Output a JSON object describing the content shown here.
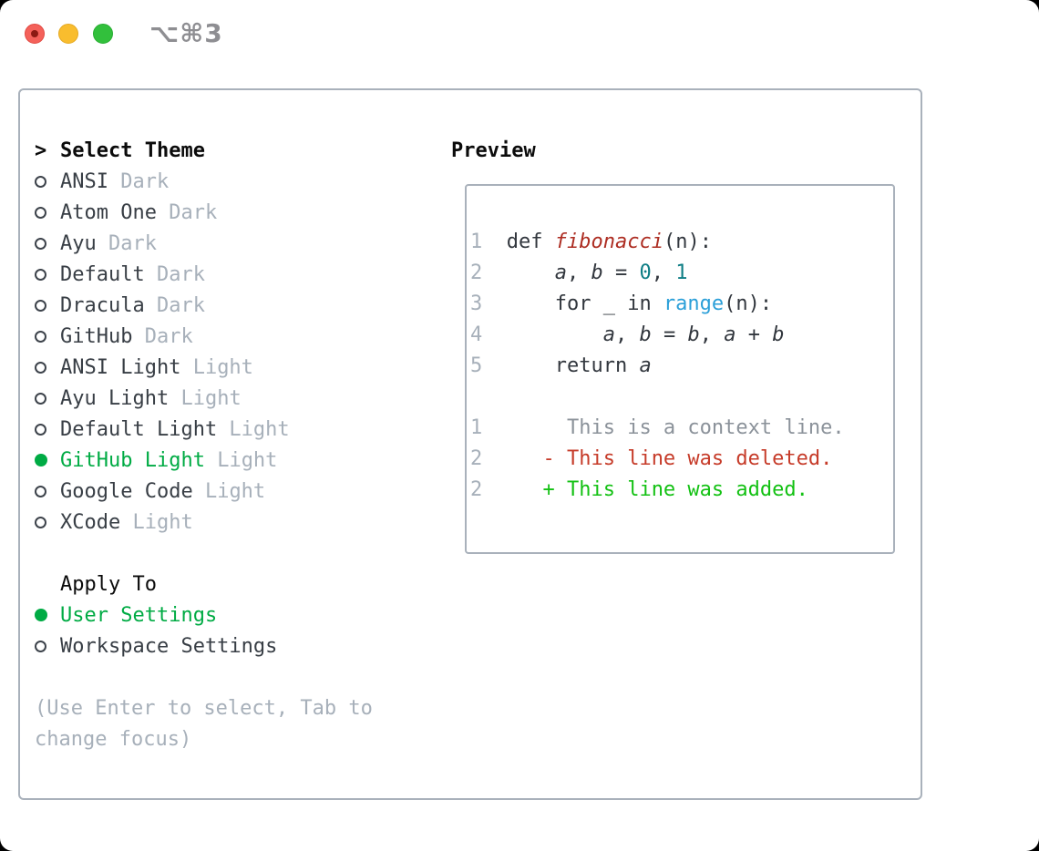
{
  "titlebar": {
    "shortcut": "⌥⌘3",
    "buttons": [
      "close",
      "minimize",
      "zoom"
    ]
  },
  "colors": {
    "selection_green": "#00ab44",
    "added_green": "#13c113",
    "deleted_red": "#c63b29",
    "function_red": "#ad2d22",
    "number_teal": "#0e7e85",
    "call_blue": "#2b9fd8",
    "muted_gray": "#a7b0ba",
    "text_dark": "#383e45",
    "border_gray": "#a9b1bb"
  },
  "theme_panel": {
    "header": {
      "prefix": ">",
      "label": "Select Theme"
    },
    "themes": [
      {
        "name": "ANSI",
        "variant": "Dark",
        "selected": false
      },
      {
        "name": "Atom One",
        "variant": "Dark",
        "selected": false
      },
      {
        "name": "Ayu",
        "variant": "Dark",
        "selected": false
      },
      {
        "name": "Default",
        "variant": "Dark",
        "selected": false
      },
      {
        "name": "Dracula",
        "variant": "Dark",
        "selected": false
      },
      {
        "name": "GitHub",
        "variant": "Dark",
        "selected": false
      },
      {
        "name": "ANSI Light",
        "variant": "Light",
        "selected": false
      },
      {
        "name": "Ayu Light",
        "variant": "Light",
        "selected": false
      },
      {
        "name": "Default Light",
        "variant": "Light",
        "selected": false
      },
      {
        "name": "GitHub Light",
        "variant": "Light",
        "selected": true
      },
      {
        "name": "Google Code",
        "variant": "Light",
        "selected": false
      },
      {
        "name": "XCode",
        "variant": "Light",
        "selected": false
      }
    ],
    "apply_to": {
      "label": "Apply To",
      "options": [
        {
          "name": "User Settings",
          "selected": true
        },
        {
          "name": "Workspace Settings",
          "selected": false
        }
      ]
    },
    "hint_lines": [
      "(Use Enter to select, Tab to",
      "change focus)"
    ]
  },
  "preview": {
    "label": "Preview",
    "lines": [
      {
        "ln": "1  ",
        "segs": [
          {
            "t": "def ",
            "c": "code"
          },
          {
            "t": "fibonacci",
            "c": "fn"
          },
          {
            "t": "(n):",
            "c": "code"
          }
        ]
      },
      {
        "ln": "2  ",
        "segs": [
          {
            "t": "    ",
            "c": "code"
          },
          {
            "t": "a",
            "c": "var"
          },
          {
            "t": ", ",
            "c": "code"
          },
          {
            "t": "b",
            "c": "var"
          },
          {
            "t": " = ",
            "c": "code"
          },
          {
            "t": "0",
            "c": "num"
          },
          {
            "t": ", ",
            "c": "code"
          },
          {
            "t": "1",
            "c": "num"
          }
        ]
      },
      {
        "ln": "3  ",
        "segs": [
          {
            "t": "    for _ in ",
            "c": "code"
          },
          {
            "t": "range",
            "c": "call"
          },
          {
            "t": "(n):",
            "c": "code"
          }
        ]
      },
      {
        "ln": "4  ",
        "segs": [
          {
            "t": "        ",
            "c": "code"
          },
          {
            "t": "a",
            "c": "var"
          },
          {
            "t": ", ",
            "c": "code"
          },
          {
            "t": "b",
            "c": "var"
          },
          {
            "t": " = ",
            "c": "code"
          },
          {
            "t": "b",
            "c": "var"
          },
          {
            "t": ", ",
            "c": "code"
          },
          {
            "t": "a",
            "c": "var"
          },
          {
            "t": " + ",
            "c": "code"
          },
          {
            "t": "b",
            "c": "var"
          }
        ]
      },
      {
        "ln": "5  ",
        "segs": [
          {
            "t": "    return ",
            "c": "code"
          },
          {
            "t": "a",
            "c": "var"
          }
        ]
      },
      {
        "ln": "",
        "segs": []
      },
      {
        "ln": "1  ",
        "segs": [
          {
            "t": "     This is a context line.",
            "c": "ctx"
          }
        ]
      },
      {
        "ln": "2  ",
        "segs": [
          {
            "t": "   - This line was deleted.",
            "c": "del"
          }
        ]
      },
      {
        "ln": "2  ",
        "segs": [
          {
            "t": "   + This line was added.",
            "c": "add"
          }
        ]
      }
    ]
  }
}
